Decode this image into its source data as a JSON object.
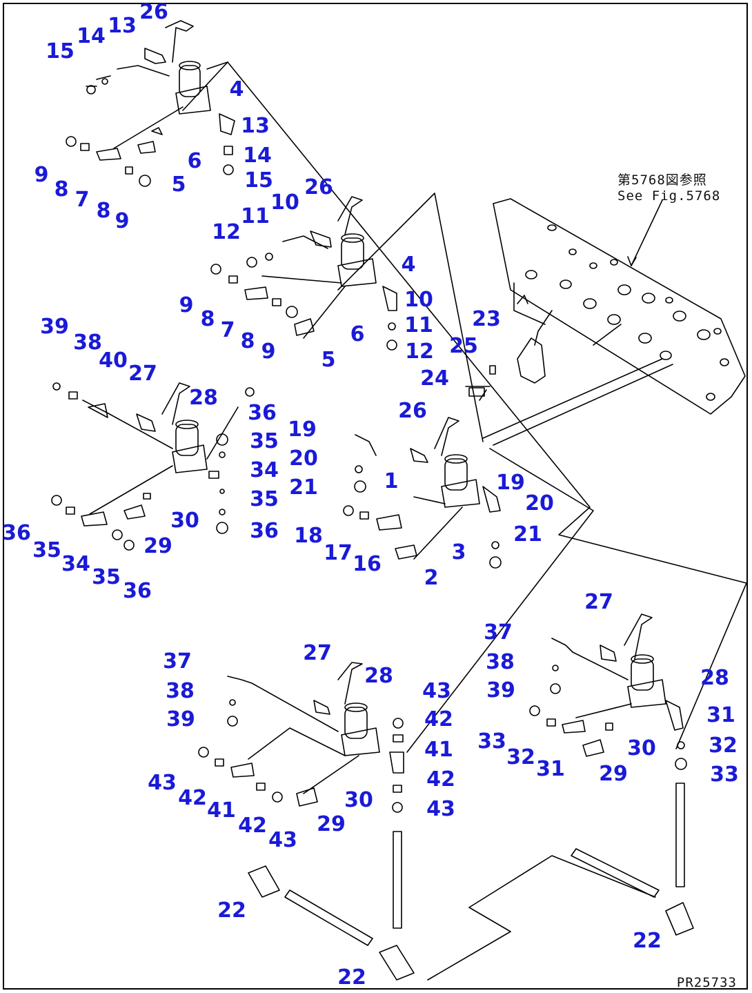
{
  "diagram": {
    "drawing_code": "PR25733",
    "note_jp": "第5768図参照",
    "note_en": "See Fig.5768",
    "callouts": [
      "26",
      "13",
      "14",
      "15",
      "4",
      "13",
      "14",
      "15",
      "6",
      "9",
      "8",
      "7",
      "8",
      "9",
      "5",
      "26",
      "10",
      "11",
      "12",
      "4",
      "9",
      "8",
      "7",
      "8",
      "9",
      "5",
      "6",
      "10",
      "11",
      "12",
      "23",
      "25",
      "24",
      "39",
      "38",
      "40",
      "27",
      "28",
      "36",
      "35",
      "34",
      "35",
      "36",
      "36",
      "35",
      "34",
      "35",
      "36",
      "30",
      "29",
      "26",
      "19",
      "20",
      "21",
      "1",
      "18",
      "17",
      "16",
      "3",
      "2",
      "19",
      "20",
      "21",
      "27",
      "37",
      "38",
      "39",
      "28",
      "31",
      "32",
      "33",
      "33",
      "32",
      "31",
      "30",
      "29",
      "27",
      "28",
      "37",
      "38",
      "39",
      "43",
      "42",
      "41",
      "42",
      "43",
      "43",
      "42",
      "41",
      "42",
      "43",
      "30",
      "29",
      "22",
      "22",
      "22"
    ],
    "colors": {
      "callout": "#1a1ad8",
      "line": "#000000"
    }
  }
}
